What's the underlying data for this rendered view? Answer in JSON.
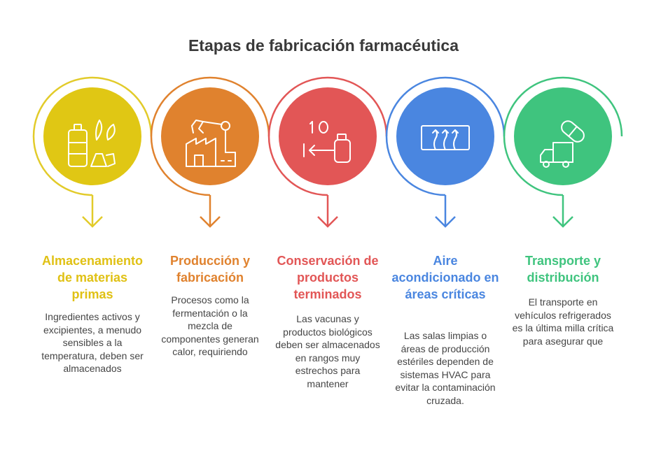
{
  "title": "Etapas de fabricación farmacéutica",
  "stages": [
    {
      "heading": "Almacenamiento de materias primas",
      "description": "Ingredientes activos y excipientes, a menudo sensibles a la temperatura, deben ser almacenados",
      "color": "#e0c714",
      "ring_color": "#e2cb2a",
      "text_color": "#e0c114",
      "icon": "jar-leaf-icon"
    },
    {
      "heading": "Producción y fabricación",
      "description": "Procesos como la fermentación o la mezcla de componentes generan calor, requiriendo",
      "color": "#e0822e",
      "ring_color": "#e0822e",
      "text_color": "#e0822e",
      "icon": "factory-robot-arm-icon"
    },
    {
      "heading": "Conservación de productos terminados",
      "description": "Las vacunas y productos biológicos deben ser almacenados en rangos muy estrechos para mantener",
      "color": "#e25656",
      "ring_color": "#e25656",
      "text_color": "#e25656",
      "icon": "temperature-bottle-icon"
    },
    {
      "heading": "Aire acondicionado en áreas críticas",
      "description": "Las salas limpias o áreas de producción estériles dependen de sistemas HVAC para evitar la contaminación cruzada.",
      "color": "#4a86e0",
      "ring_color": "#4a86e0",
      "text_color": "#4a86e0",
      "icon": "air-conditioner-icon"
    },
    {
      "heading": "Transporte y distribución",
      "description": "El transporte en vehículos refrigerados es la última milla crítica para asegurar que",
      "color": "#3fc47e",
      "ring_color": "#3fc47e",
      "text_color": "#3fc47e",
      "icon": "truck-pill-icon"
    }
  ]
}
